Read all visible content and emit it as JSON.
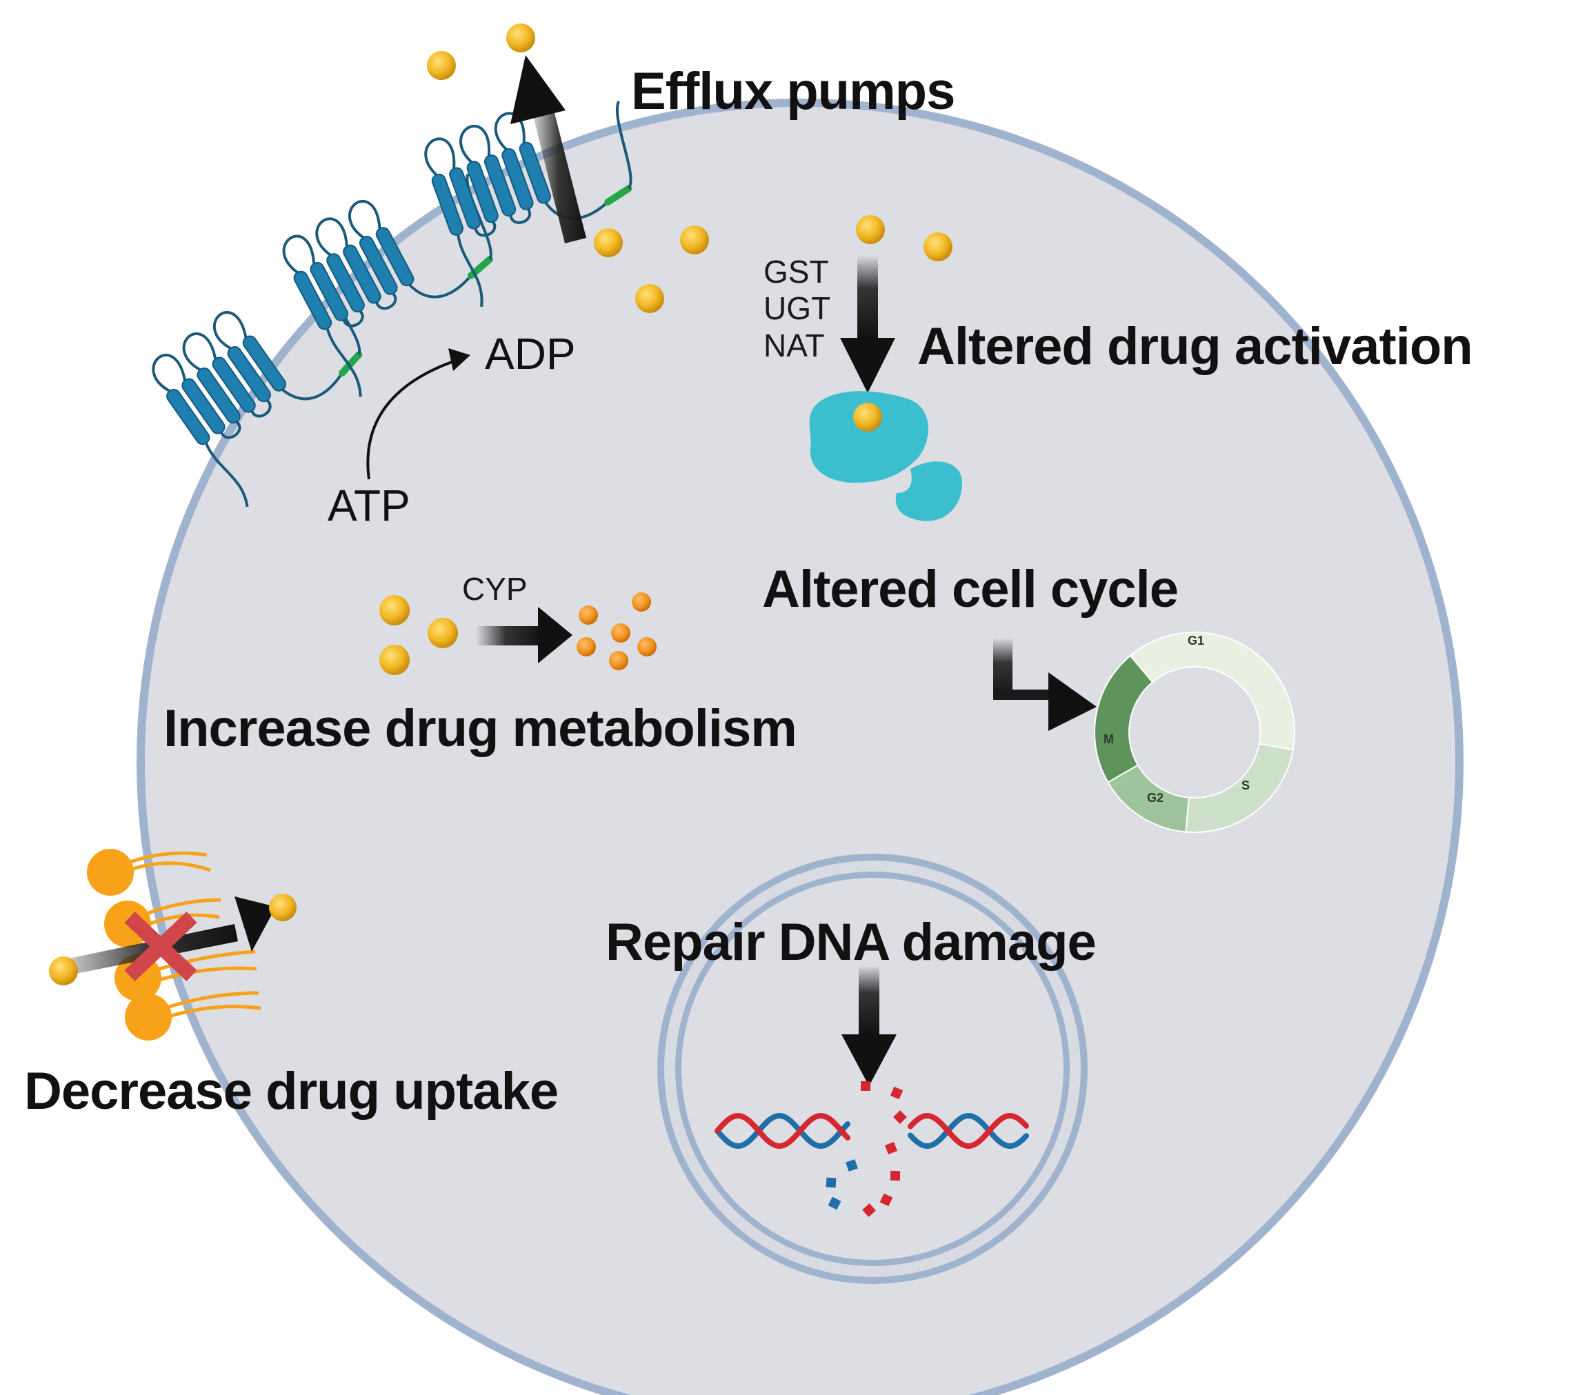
{
  "labels": {
    "efflux": "Efflux pumps",
    "activation": "Altered drug activation",
    "cell_cycle": "Altered cell cycle",
    "metabolism": "Increase drug metabolism",
    "dna_repair": "Repair DNA damage",
    "uptake": "Decrease drug uptake",
    "adp": "ADP",
    "atp": "ATP",
    "gst": "GST",
    "ugt": "UGT",
    "nat": "NAT",
    "cyp": "CYP"
  },
  "cell_cycle_phases": [
    "G1",
    "S",
    "G2",
    "M"
  ],
  "colors": {
    "cell_fill": "#dcdee3",
    "cell_border": "#9fb3cf",
    "drug": "#f2b824",
    "metabolite": "#f2921e",
    "pump": "#1f7fae",
    "pump_linker": "#22a646",
    "enzyme": "#3bbfcf",
    "lipid": "#f7a219",
    "block_x": "#d0464b",
    "dna_blue": "#1e6fa8",
    "dna_red": "#d6262f",
    "cycle_g1": "#e9f0e2",
    "cycle_s": "#cde0c9",
    "cycle_g2": "#9fc39c",
    "cycle_m": "#5e945c"
  },
  "icons": [
    "efflux-pump-icon",
    "enzyme-icon",
    "cell-cycle-icon",
    "dna-icon",
    "lipid-bilayer-icon",
    "block-x-icon",
    "drug-molecule-icon"
  ]
}
